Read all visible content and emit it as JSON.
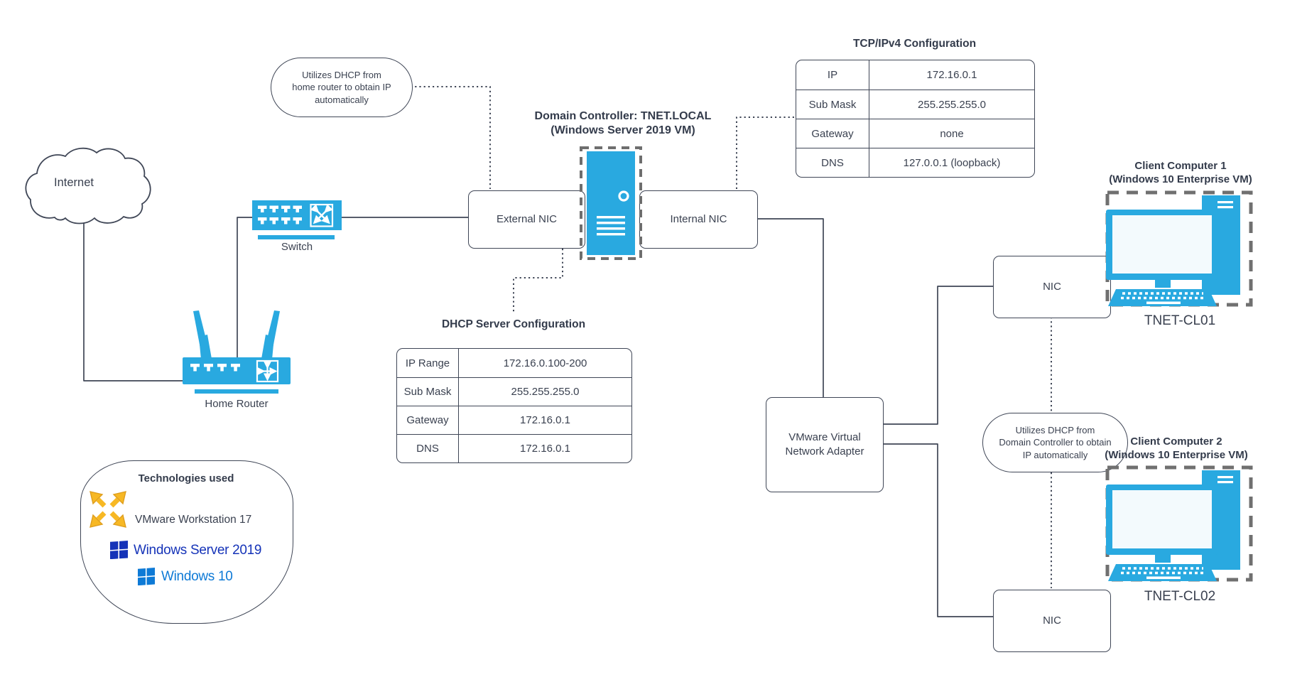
{
  "colors": {
    "device_blue": "#29a9e0",
    "connector": "#3f4656",
    "dashed_gray": "#6e6e6e",
    "vmware_yellow": "#f7b824",
    "windows_server_blue": "#1533b8",
    "windows_10_blue": "#0e7ad6",
    "screen_fill": "#f3fafd"
  },
  "internet": {
    "label": "Internet"
  },
  "switch": {
    "label": "Switch"
  },
  "router": {
    "label": "Home Router"
  },
  "callout_home": {
    "line1": "Utilizes DHCP from",
    "line2": "home router to obtain IP",
    "line3": "automatically"
  },
  "domain_controller": {
    "title1": "Domain Controller: TNET.LOCAL",
    "title2": "(Windows Server 2019 VM)",
    "external_nic": "External NIC",
    "internal_nic": "Internal NIC"
  },
  "tables": {
    "tcp": {
      "title": "TCP/IPv4 Configuration",
      "rows": [
        [
          "IP",
          "172.16.0.1"
        ],
        [
          "Sub Mask",
          "255.255.255.0"
        ],
        [
          "Gateway",
          "none"
        ],
        [
          "DNS",
          "127.0.0.1 (loopback)"
        ]
      ]
    },
    "dhcp": {
      "title": "DHCP Server Configuration",
      "rows": [
        [
          "IP Range",
          "172.16.0.100-200"
        ],
        [
          "Sub Mask",
          "255.255.255.0"
        ],
        [
          "Gateway",
          "172.16.0.1"
        ],
        [
          "DNS",
          "172.16.0.1"
        ]
      ]
    }
  },
  "adapter": {
    "line1": "VMware Virtual",
    "line2": "Network Adapter"
  },
  "nic1": {
    "label": "NIC"
  },
  "nic2": {
    "label": "NIC"
  },
  "callout_domain": {
    "line1": "Utilizes DHCP from",
    "line2": "Domain Controller to obtain",
    "line3": "IP automatically"
  },
  "client1": {
    "title1": "Client Computer 1",
    "title2": "(Windows 10 Enterprise VM)",
    "hostname": "TNET-CL01"
  },
  "client2": {
    "title1": "Client Computer 2",
    "title2": "(Windows 10 Enterprise VM)",
    "hostname": "TNET-CL02"
  },
  "technologies": {
    "title": "Technologies used",
    "items": [
      "VMware Workstation 17",
      "Windows Server 2019",
      "Windows 10"
    ]
  }
}
